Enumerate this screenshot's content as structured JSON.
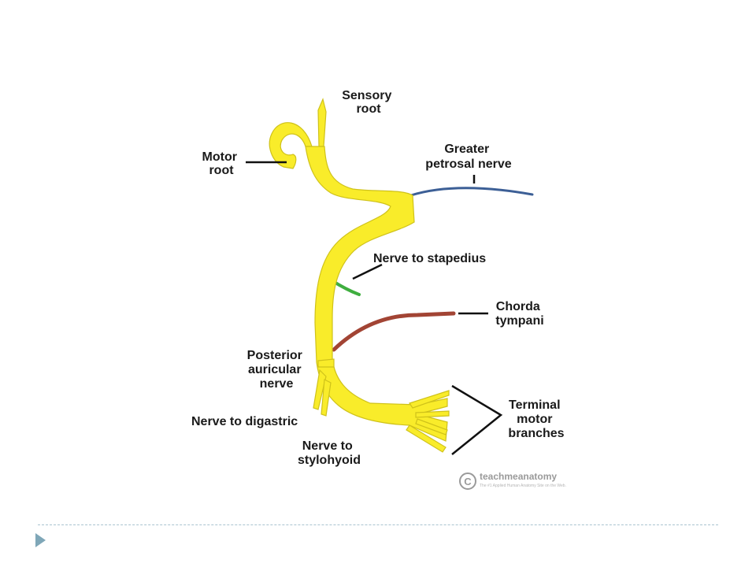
{
  "colors": {
    "nerve": "#f9ec2a",
    "nerve_outline": "#cfc21a",
    "greater_petrosal": "#3c5f96",
    "stapedius": "#3fae3f",
    "chorda_tympani": "#a24434",
    "leader": "#111111",
    "footer_accent": "#7fa7b8"
  },
  "labels": {
    "sensory_root": [
      "Sensory",
      "root"
    ],
    "motor_root": [
      "Motor",
      "root"
    ],
    "greater_petrosal": [
      "Greater",
      "petrosal nerve"
    ],
    "stapedius": [
      "Nerve to stapedius"
    ],
    "chorda_tympani": [
      "Chorda",
      "tympani"
    ],
    "posterior_auricular": [
      "Posterior",
      "auricular",
      "nerve"
    ],
    "digastric": [
      "Nerve to digastric"
    ],
    "stylohyoid": [
      "Nerve to",
      "stylohyoid"
    ],
    "terminal": [
      "Terminal",
      "motor",
      "branches"
    ]
  },
  "watermark": {
    "name": "teachmeanatomy",
    "tagline": "The #1 Applied Human Anatomy Site on the Web.",
    "icon": "copyright-icon"
  },
  "footer": {
    "arrow_icon": "triangle-right-icon"
  }
}
